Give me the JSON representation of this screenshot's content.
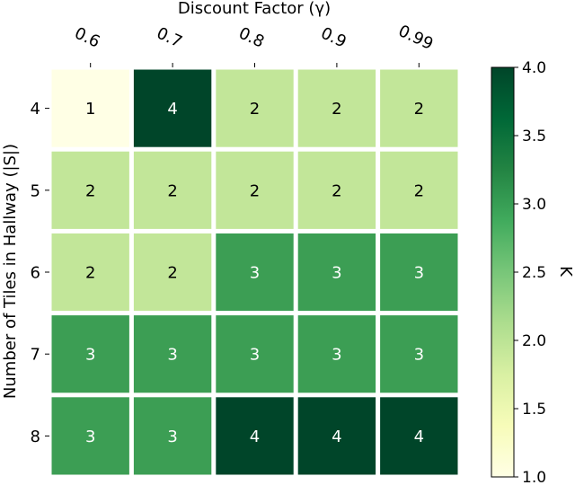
{
  "chart_data": {
    "type": "heatmap",
    "xlabel": "Discount Factor (γ)",
    "ylabel": "Number of Tiles in Hallway (|S|)",
    "x_categories": [
      "0.6",
      "0.7",
      "0.8",
      "0.9",
      "0.99"
    ],
    "y_categories": [
      "4",
      "5",
      "6",
      "7",
      "8"
    ],
    "values": [
      [
        1,
        4,
        2,
        2,
        2
      ],
      [
        2,
        2,
        2,
        2,
        2
      ],
      [
        2,
        2,
        3,
        3,
        3
      ],
      [
        3,
        3,
        3,
        3,
        3
      ],
      [
        3,
        3,
        4,
        4,
        4
      ]
    ],
    "colorbar": {
      "label": "K",
      "range": [
        1.0,
        4.0
      ],
      "ticks": [
        "1.0",
        "1.5",
        "2.0",
        "2.5",
        "3.0",
        "3.5",
        "4.0"
      ],
      "colormap": "YlGn",
      "colors": {
        "1": "#ffffe5",
        "2": "#c2e699",
        "3": "#3c9e54",
        "4": "#004529"
      }
    },
    "x_axis_position": "top",
    "grid": false
  }
}
